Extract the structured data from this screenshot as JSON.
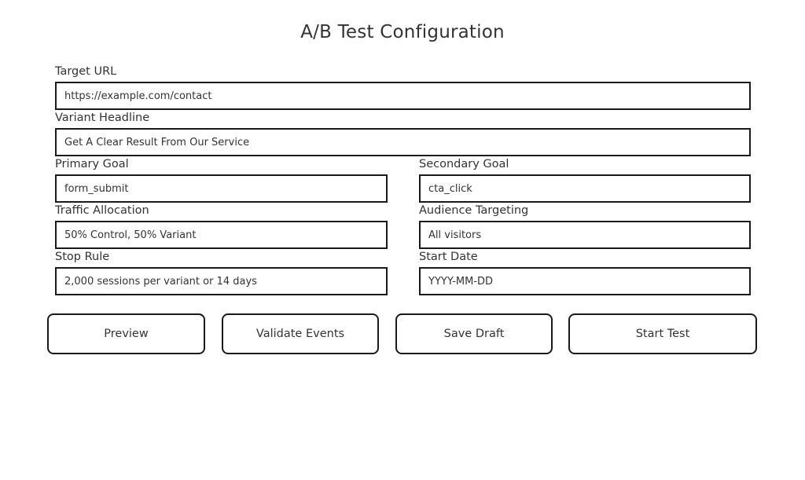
{
  "page": {
    "title": "A/B Test Configuration"
  },
  "form": {
    "fields": [
      {
        "label": "Target URL",
        "value": "https://example.com/contact"
      },
      {
        "label": "Variant Headline",
        "value": "Get A Clear Result From Our Service"
      },
      {
        "label": "Primary Goal",
        "value": "form_submit"
      },
      {
        "label": "Secondary Goal",
        "value": "cta_click"
      },
      {
        "label": "Traffic Allocation",
        "value": "50% Control, 50% Variant"
      },
      {
        "label": "Audience Targeting",
        "value": "All visitors"
      },
      {
        "label": "Stop Rule",
        "value": "2,000 sessions per variant or 14 days"
      },
      {
        "label": "Start Date",
        "value": "YYYY-MM-DD"
      }
    ]
  },
  "buttons": [
    {
      "label": "Preview"
    },
    {
      "label": "Validate Events"
    },
    {
      "label": "Save Draft"
    },
    {
      "label": "Start Test"
    }
  ],
  "colors": {
    "text": "#333333",
    "border": "#1a1a1a",
    "background": "#ffffff"
  }
}
